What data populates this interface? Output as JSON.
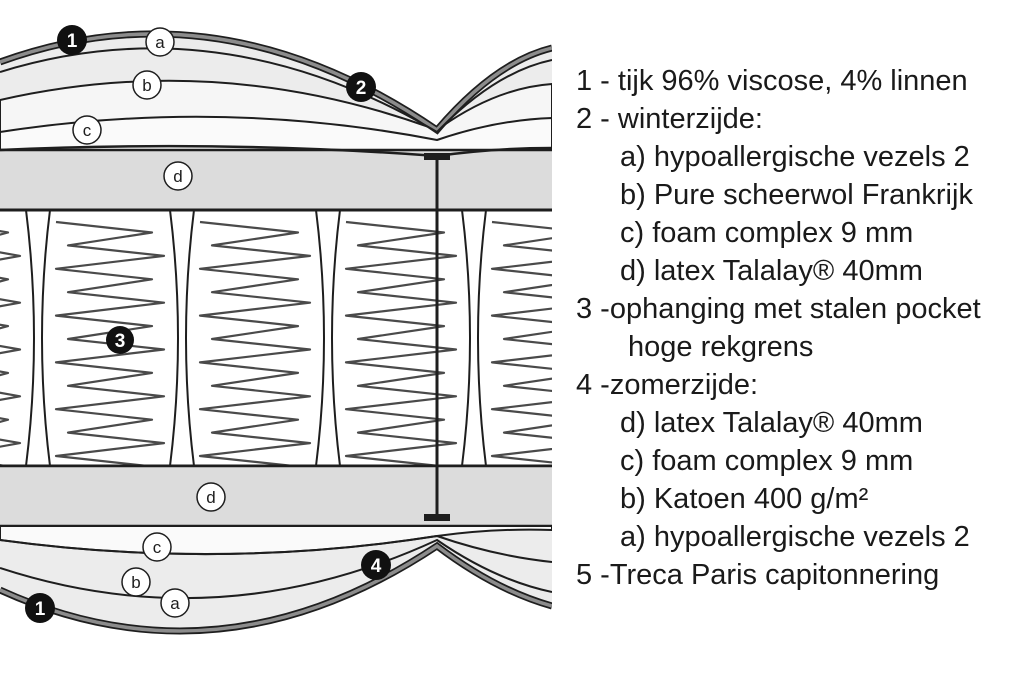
{
  "markers": {
    "one": "1",
    "two": "2",
    "three": "3",
    "four": "4",
    "a": "a",
    "b": "b",
    "c": "c",
    "d": "d"
  },
  "legend": {
    "lines": [
      {
        "text": "1 - tijk 96% viscose, 4% linnen",
        "indent": "none"
      },
      {
        "text": "2 - winterzijde:",
        "indent": "none"
      },
      {
        "text": "a) hypoallergische vezels 2",
        "indent": "sub"
      },
      {
        "text": "b) Pure scheerwol Frankrijk",
        "indent": "sub"
      },
      {
        "text": "c) foam complex 9 mm",
        "indent": "sub"
      },
      {
        "text": "d) latex Talalay® 40mm",
        "indent": "sub"
      },
      {
        "text": "3 -ophanging met stalen pocket",
        "indent": "none"
      },
      {
        "text": "hoge rekgrens",
        "indent": "cont"
      },
      {
        "text": "4 -zomerzijde:",
        "indent": "none"
      },
      {
        "text": "d) latex Talalay® 40mm",
        "indent": "sub"
      },
      {
        "text": "c) foam complex 9 mm",
        "indent": "sub"
      },
      {
        "text": "b) Katoen 400 g/m²",
        "indent": "sub"
      },
      {
        "text": "a) hypoallergische vezels 2",
        "indent": "sub"
      },
      {
        "text": "5 -Treca Paris capitonnering",
        "indent": "none"
      }
    ]
  },
  "colors": {
    "outline": "#1e1e1e",
    "cover": "#8c8c8c",
    "fiber_fill": "#ececec",
    "wool_fill": "#f4f4f4",
    "latex_fill": "#dcdcdc",
    "pocket_fill": "#ffffff",
    "spring": "#4a4a4a",
    "badge_dark": "#111111",
    "badge_light": "#ffffff"
  }
}
